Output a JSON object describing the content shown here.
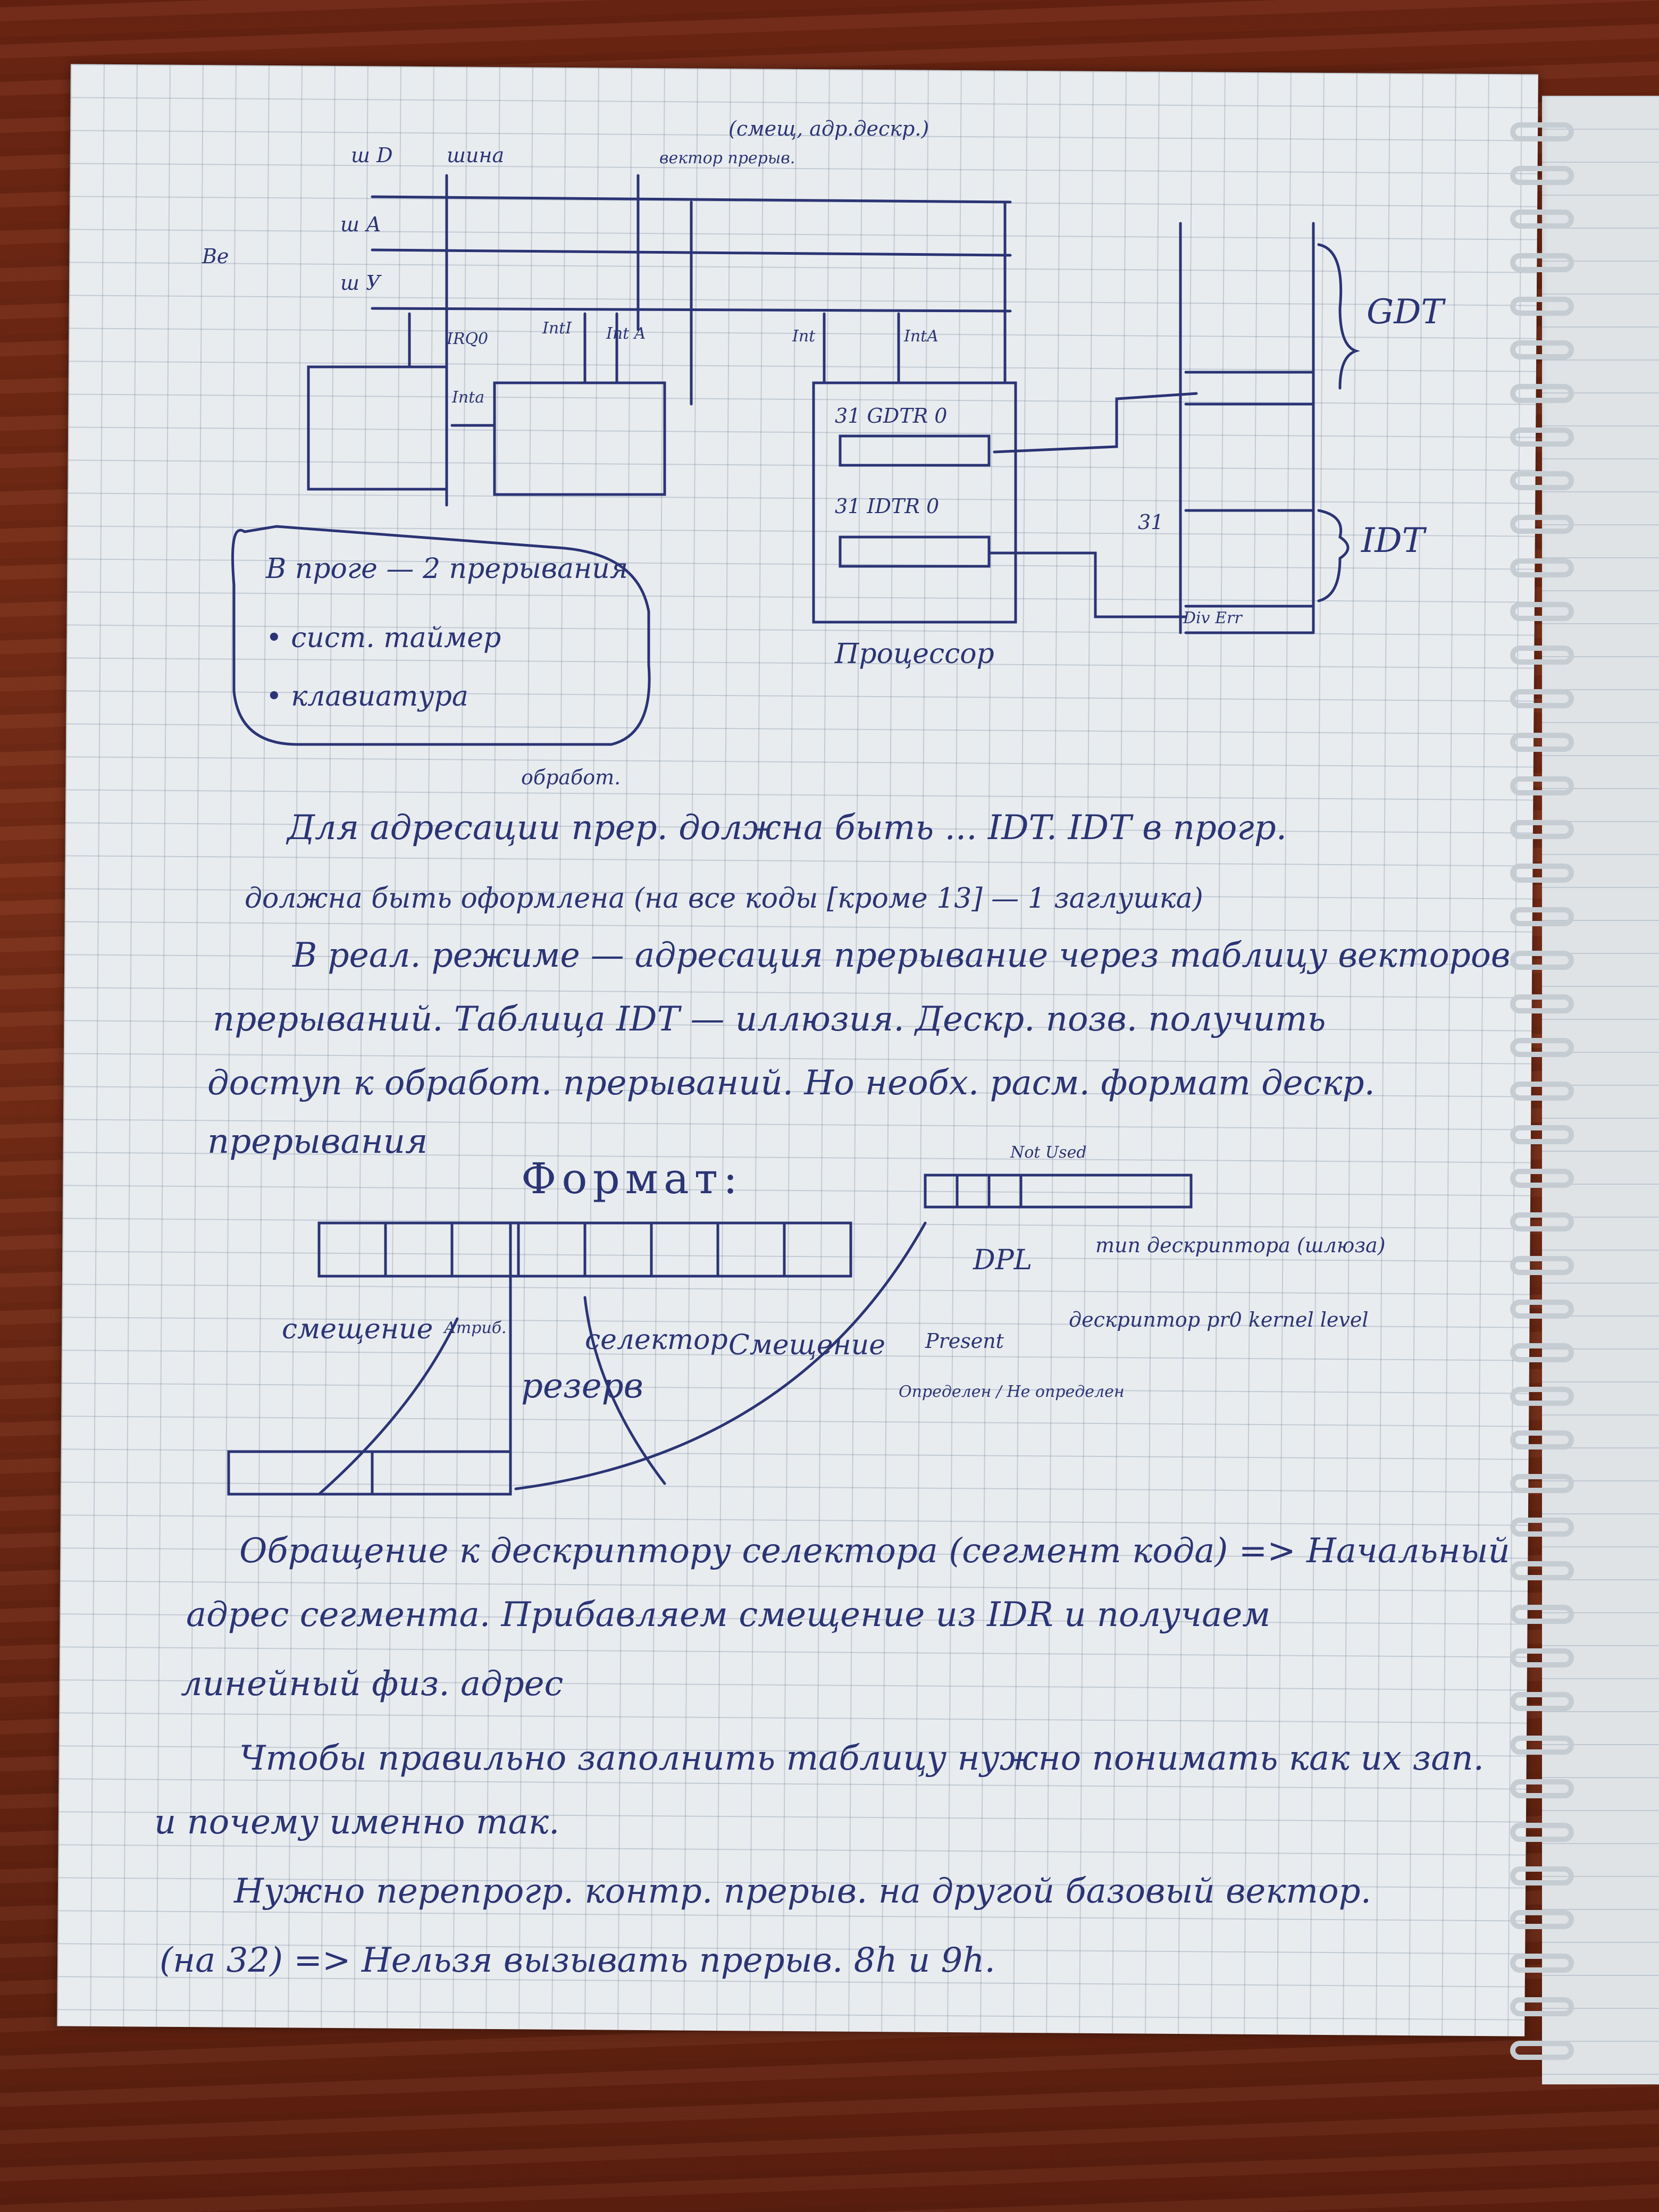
{
  "diagram": {
    "top_labels": {
      "bus_d": "ш D",
      "bus_d_right": "шина",
      "bus_a": "ш А",
      "bus_u": "ш У",
      "vector_label": "вектор прерыв.",
      "note_top": "(смещ, адр.дескр.)",
      "left_mark": "Ве"
    },
    "irq_labels": [
      "IRQ0",
      "IntI",
      "Int A",
      "Intа",
      "Int",
      "IntA"
    ],
    "cpu": {
      "gdtr": "31 GDTR 0",
      "idtr": "31 IDTR 0",
      "label": "Процессор"
    },
    "tables": {
      "gdt": "GDT",
      "idt": "IDT",
      "num_31": "31",
      "div_err": "Div Err"
    },
    "note_box": {
      "line1": "В проге — 2 прерывания",
      "line2": "• сист. таймер",
      "line3": "• клавиатура"
    }
  },
  "text_lines": [
    "обработ.",
    "Для адресации прер. должна быть ... IDT. IDT в прогр.",
    "должна быть оформлена (на все коды [кроме 13] — 1 заглушка)",
    "В реал. режиме — адресация прерывание через таблицу векторов",
    "прерываний. Таблица IDT — иллюзия. Дескр. позв. получить",
    "доступ к обработ. прерываний. Но необх. расм. формат дескр.",
    "прерывания"
  ],
  "format": {
    "title": "Формат:",
    "not_used": "Not Used",
    "offset_left": "смещение",
    "attr": "Атриб.",
    "reserve": "резерв",
    "selector": "селектор",
    "offset_right": "Смещение",
    "dpl": "DPL",
    "type": "тип дескриптора (шлюза)",
    "descr_note": "дескриптор pr0 kernel level",
    "present": "Present",
    "defined": "Определен / Не определен"
  },
  "bottom_lines": [
    "Обращение к дескриптору селектора (сегмент кода) => Начальный",
    "адрес сегмента. Прибавляем смещение из IDR и получаем",
    "линейный физ. адрес",
    "Чтобы правильно заполнить таблицу нужно понимать как их зап.",
    "и почему именно так.",
    "Нужно перепрогр. контр. прерыв. на другой базовый вектор.",
    "(на 32) => Нельзя вызывать прерыв. 8h и 9h."
  ]
}
